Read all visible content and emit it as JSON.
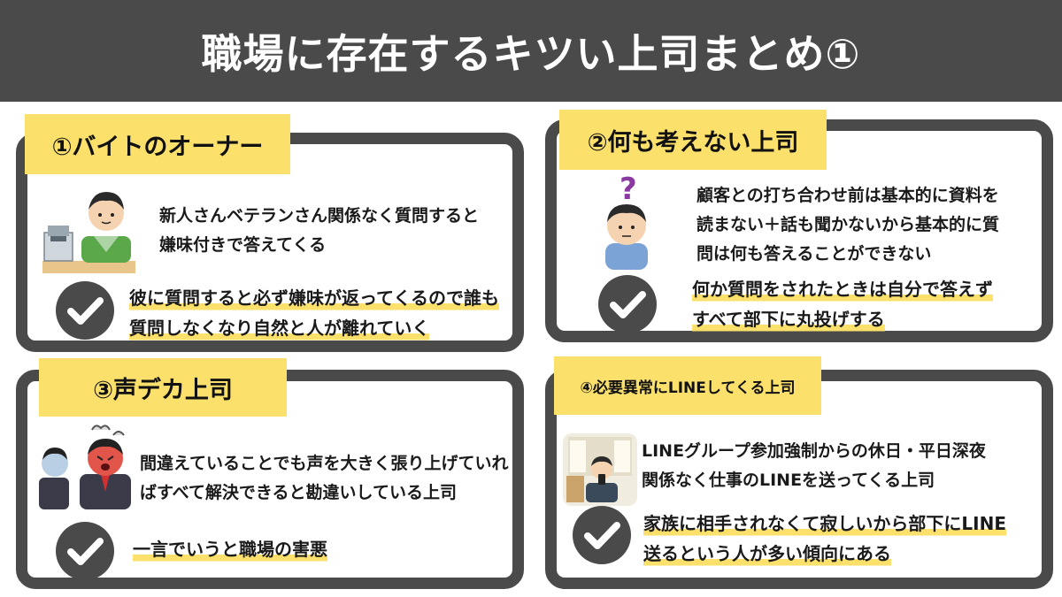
{
  "title": "職場に存在するキツい上司まとめ①",
  "colors": {
    "dark": "#4a4a4a",
    "accent_yellow": "#fbe06b",
    "background": "#ffffff"
  },
  "cards": [
    {
      "tag": "①バイトのオーナー",
      "illustration": "cashier-illustration",
      "desc_lines": [
        "新人さんベテランさん関係なく質問すると",
        "嫌味付きで答えてくる"
      ],
      "check_icon": "check-icon",
      "conclusion_lines": [
        "彼に質問すると必ず嫌味が返ってくるので誰も",
        "質問しなくなり自然と人が離れていく"
      ]
    },
    {
      "tag": "②何も考えない上司",
      "illustration": "confused-man-illustration",
      "desc_lines": [
        "顧客との打ち合わせ前は基本的に資料を",
        "読まない＋話も聞かないから基本的に質",
        "問は何も答えることができない"
      ],
      "check_icon": "check-icon",
      "conclusion_lines": [
        "何か質問をされたときは自分で答えず",
        "すべて部下に丸投げする"
      ]
    },
    {
      "tag": "③声デカ上司",
      "illustration": "angry-boss-illustration",
      "desc_lines": [
        "間違えていることでも声を大きく張り上げていれ",
        "ばすべて解決できると勘違いしている上司"
      ],
      "check_icon": "check-icon",
      "conclusion_lines": [
        "一言でいうと職場の害悪"
      ]
    },
    {
      "tag": "④必要異常にLINEしてくる上司",
      "illustration": "phone-user-illustration",
      "desc_lines": [
        "LINEグループ参加強制からの休日・平日深夜",
        "関係なく仕事のLINEを送ってくる上司"
      ],
      "check_icon": "check-icon",
      "conclusion_lines": [
        "家族に相手されなくて寂しいから部下にLINE",
        "送るという人が多い傾向にある"
      ]
    }
  ]
}
